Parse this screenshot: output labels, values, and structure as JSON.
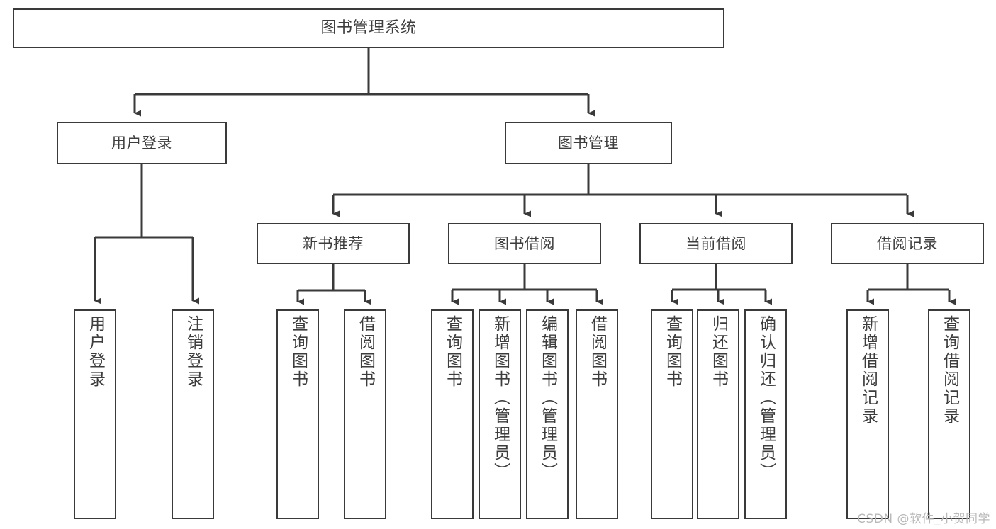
{
  "diagram": {
    "title": "图书管理系统",
    "type": "tree",
    "root": {
      "label": "图书管理系统"
    },
    "level2": [
      {
        "label": "用户登录"
      },
      {
        "label": "图书管理"
      }
    ],
    "level3": [
      {
        "label": "新书推荐"
      },
      {
        "label": "图书借阅"
      },
      {
        "label": "当前借阅"
      },
      {
        "label": "借阅记录"
      }
    ],
    "leaves": {
      "user_login": [
        {
          "label": "用户登录"
        },
        {
          "label": "注销登录"
        }
      ],
      "new_book_recommend": [
        {
          "label": "查询图书"
        },
        {
          "label": "借阅图书"
        }
      ],
      "book_borrow": [
        {
          "label": "查询图书"
        },
        {
          "label": "新增图书（管理员）"
        },
        {
          "label": "编辑图书（管理员）"
        },
        {
          "label": "借阅图书"
        }
      ],
      "current_borrow": [
        {
          "label": "查询图书"
        },
        {
          "label": "归还图书"
        },
        {
          "label": "确认归还（管理员）"
        }
      ],
      "borrow_record": [
        {
          "label": "新增借阅记录"
        },
        {
          "label": "查询借阅记录"
        }
      ]
    }
  },
  "watermark": {
    "text": "CSDN @软件_小贺同学"
  },
  "colors": {
    "box_border": "#3a3a3a",
    "box_fill": "#ffffff",
    "text": "#3d3d3d",
    "edge": "#3a3a3a",
    "watermark": "#b9b9b9"
  }
}
